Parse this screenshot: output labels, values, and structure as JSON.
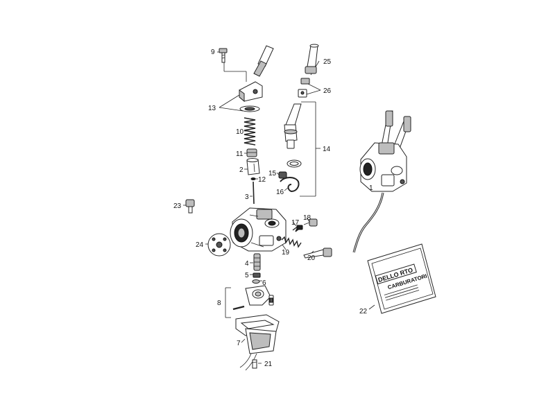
{
  "diagram": {
    "labels": {
      "l1": "1",
      "l2": "2",
      "l3": "3",
      "l4": "4",
      "l5": "5",
      "l6": "6",
      "l7": "7",
      "l8": "8",
      "l9": "9",
      "l10": "10",
      "l11": "11",
      "l12": "12",
      "l13": "13",
      "l14": "14",
      "l15": "15",
      "l16": "16",
      "l17": "17",
      "l18": "18",
      "l19": "19",
      "l20": "20",
      "l21": "21",
      "l22": "22",
      "l23": "23",
      "l24": "24",
      "l25": "25",
      "l26": "26"
    },
    "kit_card": {
      "brand": "DELLO RTO",
      "subtitle": "CARBURATORI"
    }
  }
}
